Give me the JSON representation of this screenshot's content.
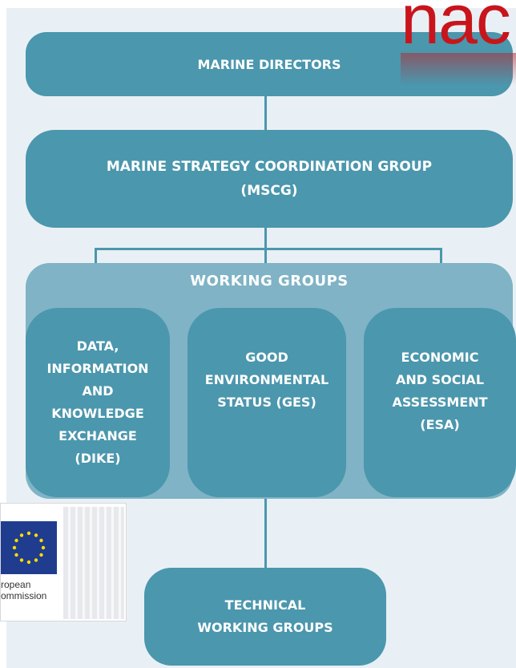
{
  "overlay_text": "nac",
  "nodes": {
    "marine_directors": "MARINE DIRECTORS",
    "mscg_line1": "MARINE STRATEGY COORDINATION GROUP",
    "mscg_line2": "(MSCG)",
    "working_groups_title": "WORKING GROUPS",
    "dike": [
      "DATA,",
      "INFORMATION",
      "AND",
      "KNOWLEDGE",
      "EXCHANGE",
      "(DIKE)"
    ],
    "ges": [
      "GOOD",
      "ENVIRONMENTAL",
      "STATUS (GES)"
    ],
    "esa": [
      "ECONOMIC",
      "AND SOCIAL",
      "ASSESSMENT",
      "(ESA)"
    ],
    "technical": [
      "TECHNICAL",
      "WORKING GROUPS"
    ]
  },
  "logo": {
    "text_line1": "ropean",
    "text_line2": "ommission"
  },
  "colors": {
    "box": "#4b97ad",
    "band": "#7fb3c5",
    "overlay": "#c8151b"
  }
}
